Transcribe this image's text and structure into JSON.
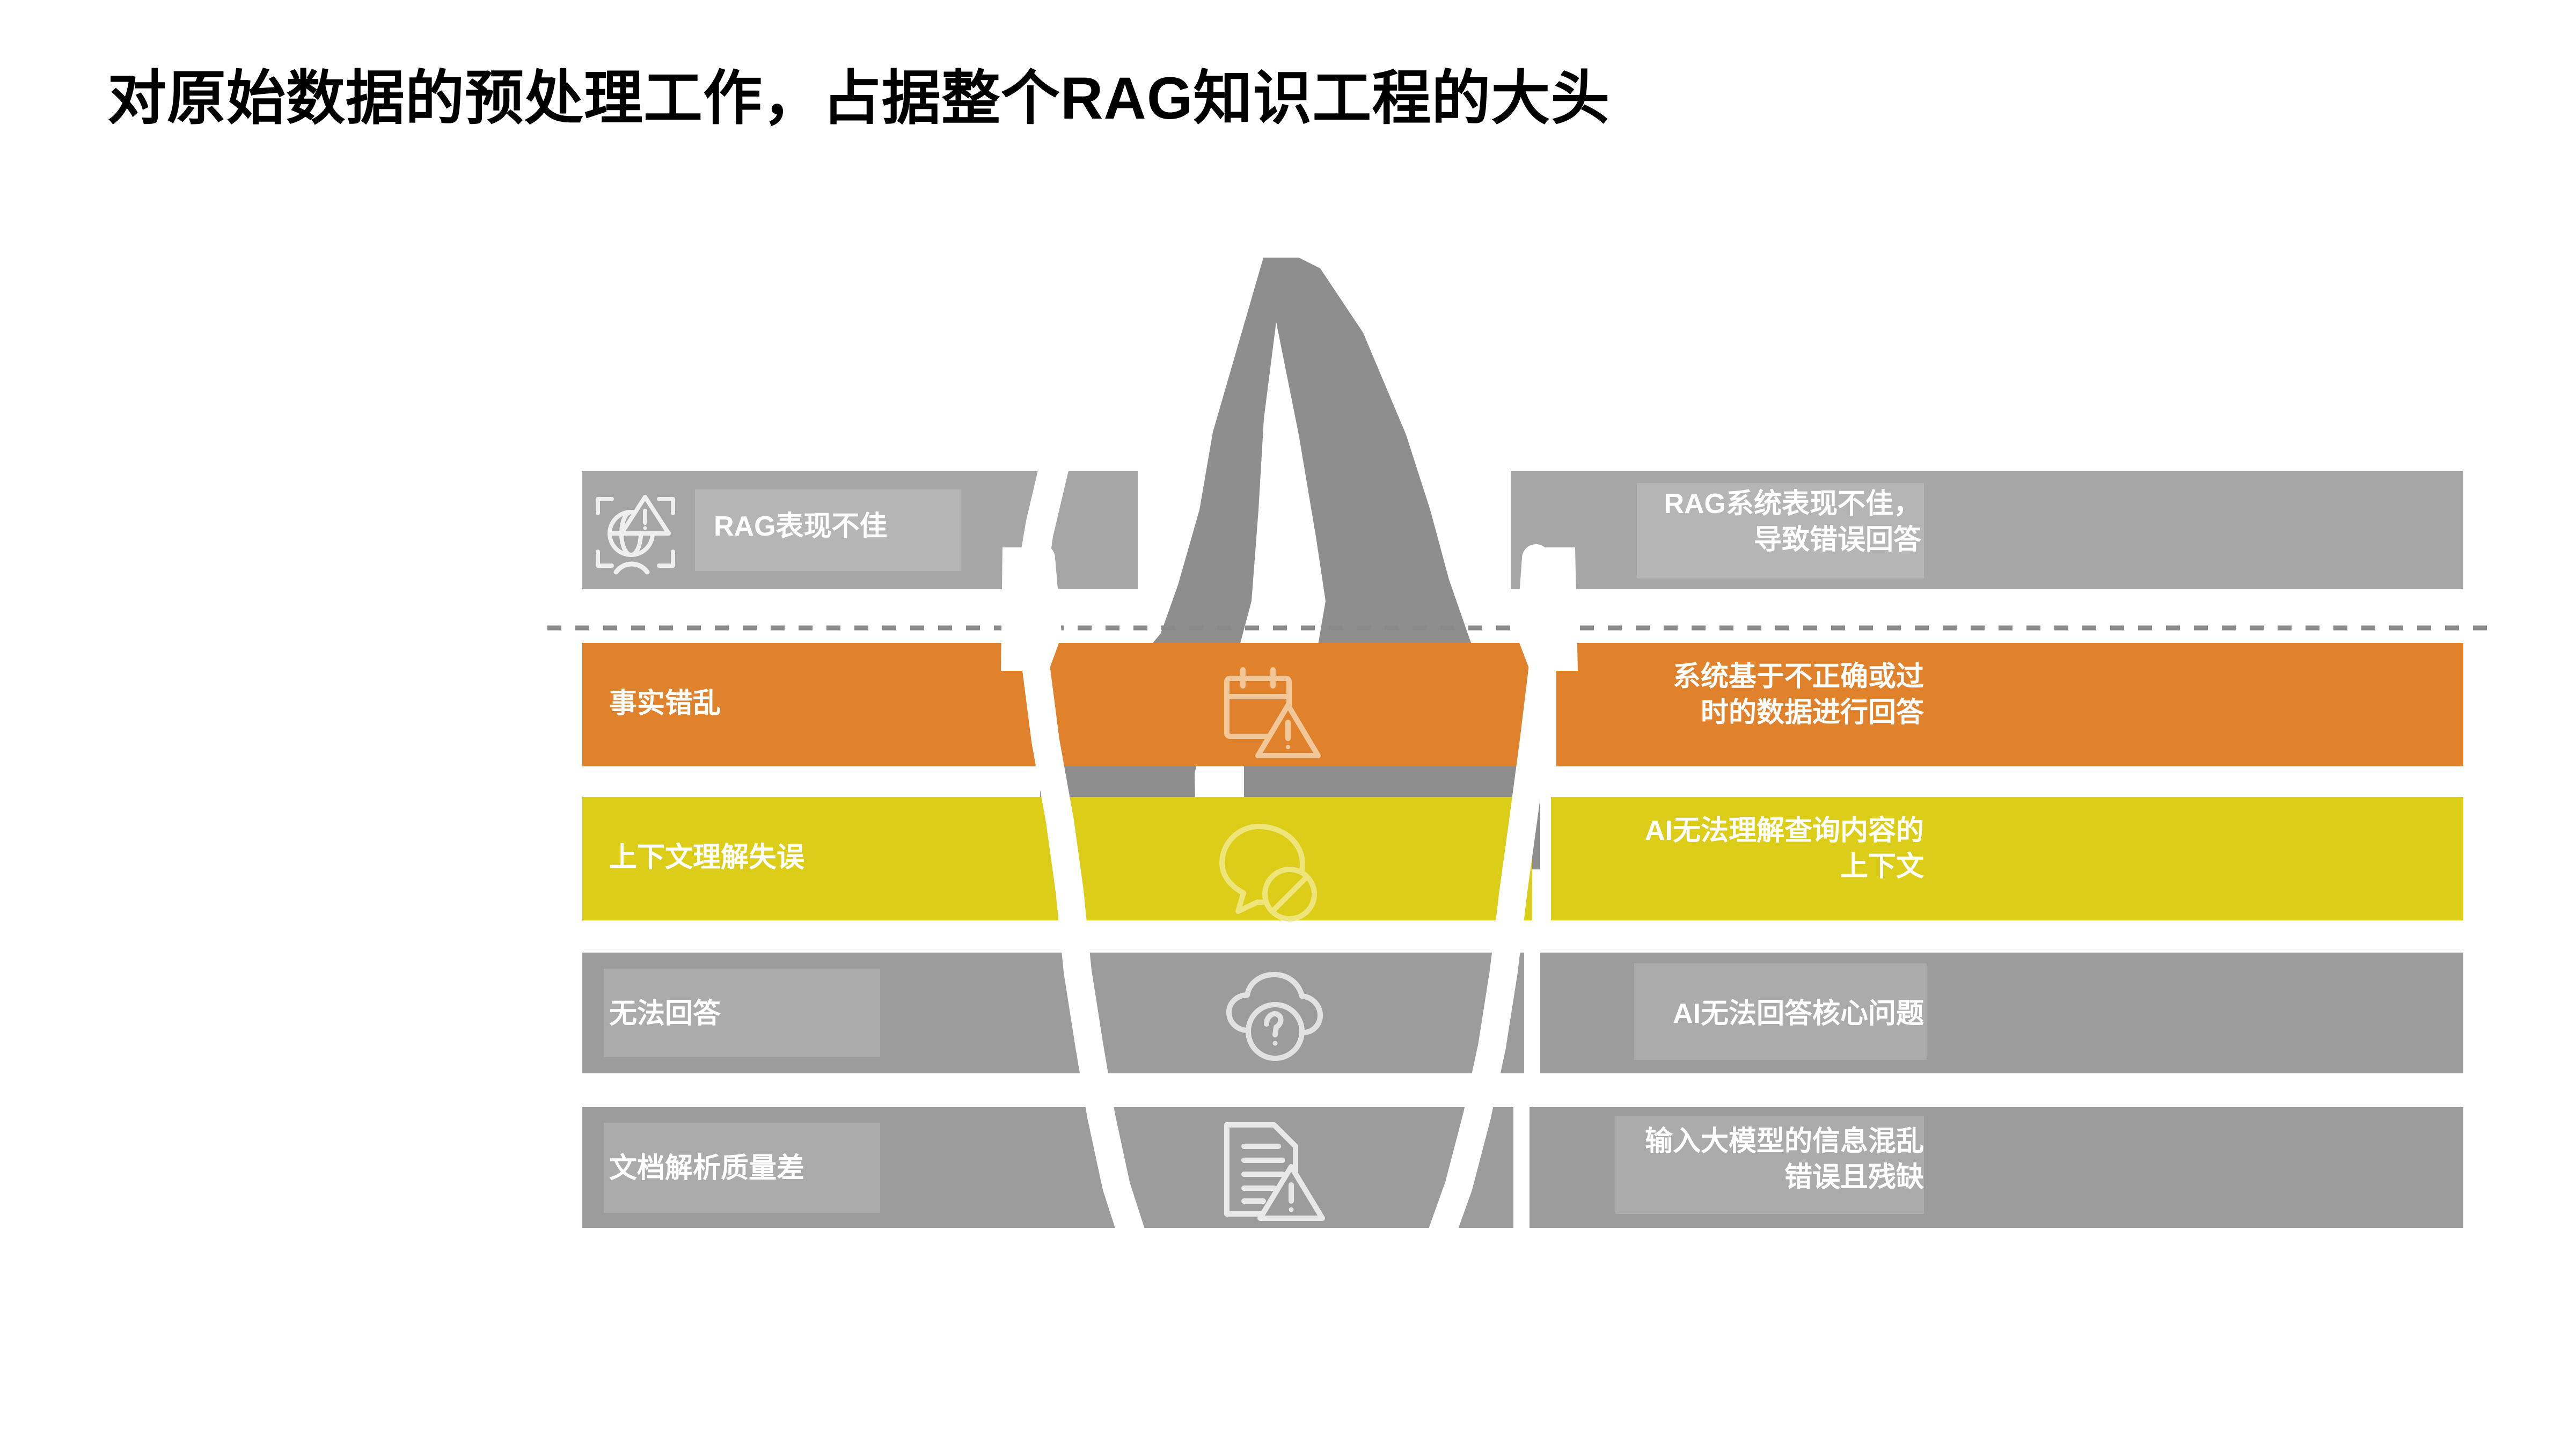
{
  "slide": {
    "title": "对原始数据的预处理工作，占据整个RAG知识工程的大头",
    "background_color": "#ffffff",
    "title_color": "#000000"
  },
  "diagram": {
    "type": "iceberg-infographic",
    "waterline": {
      "style": "dashed",
      "color": "#808080"
    },
    "iceberg_color": "#8e8e8e",
    "bands": [
      {
        "id": "band-rag-performance",
        "position": "above-water",
        "color": "#a6a6a6",
        "label_color": "#ffffff",
        "left_label": "RAG表现不佳",
        "right_label": "RAG系统表现不佳，\n导致错误回答",
        "icon": "globe-warning-icon",
        "has_center_icon": false
      },
      {
        "id": "band-fact-error",
        "position": "below-water",
        "color": "#e0822c",
        "label_color": "#ffffff",
        "left_label": "事实错乱",
        "right_label": "系统基于不正确或过\n时的数据进行回答",
        "icon": "calendar-warning-icon",
        "has_center_icon": true
      },
      {
        "id": "band-context-error",
        "position": "below-water",
        "color": "#dbcd18",
        "label_color": "#ffffff",
        "left_label": "上下文理解失误",
        "right_label": "AI无法理解查询内容的\n上下文",
        "icon": "chat-blocked-icon",
        "has_center_icon": true
      },
      {
        "id": "band-cannot-answer",
        "position": "below-water",
        "color": "#9c9c9c",
        "label_color": "#ffffff",
        "left_label": "无法回答",
        "right_label": "AI无法回答核心问题",
        "icon": "cloud-question-icon",
        "has_center_icon": true
      },
      {
        "id": "band-doc-parsing",
        "position": "below-water",
        "color": "#9c9c9c",
        "label_color": "#ffffff",
        "left_label": "文档解析质量差",
        "right_label": "输入大模型的信息混乱\n错误且残缺",
        "icon": "document-warning-icon",
        "has_center_icon": true
      }
    ]
  }
}
